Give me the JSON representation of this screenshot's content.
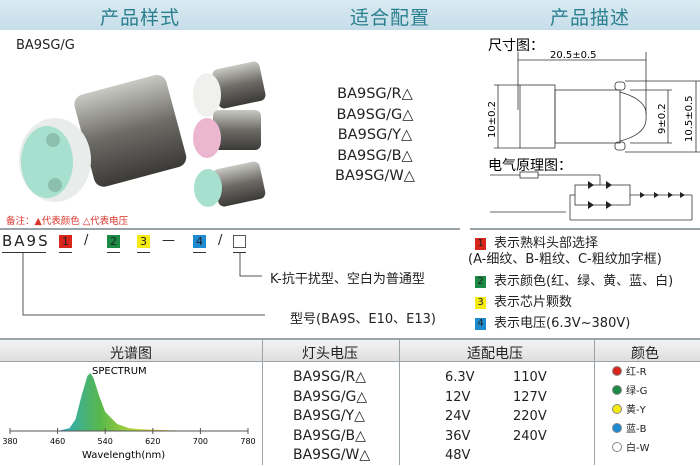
{
  "header": {
    "col1": "产品样式",
    "col2": "适合配置",
    "col3": "产品描述"
  },
  "product": {
    "model": "BA9SG/G",
    "note": "备注：▲代表颜色 △代表电压"
  },
  "fit_models": [
    "BA9SG/R△",
    "BA9SG/G△",
    "BA9SG/Y△",
    "BA9SG/B△",
    "BA9SG/W△"
  ],
  "description": {
    "dimension_title": "尺寸图：",
    "length": "20.5±0.5",
    "dia1": "10±0.2",
    "dia2": "9±0.2",
    "dia3": "10.5±0.5",
    "circuit_title": "电气原理图："
  },
  "code": {
    "prefix": "BA9S",
    "slots": [
      "1",
      "2",
      "3",
      "4"
    ],
    "sep1": "/",
    "sep2": "—",
    "sep3": "/",
    "k_note": "K-抗干扰型、空白为普通型",
    "type_note": "型号(BA9S、E10、E13)"
  },
  "legend": [
    {
      "num": "1",
      "text": "表示熟料头部选择",
      "sub": "(A-细纹、B-粗纹、C-粗纹加字框)",
      "color": "#d9261c"
    },
    {
      "num": "2",
      "text": "表示颜色(红、绿、黄、蓝、白)",
      "color": "#1a8a45"
    },
    {
      "num": "3",
      "text": "表示芯片颗数",
      "color": "#f5ea14"
    },
    {
      "num": "4",
      "text": "表示电压(6.3V~380V)",
      "color": "#1e8bd0"
    }
  ],
  "table": {
    "headers": [
      "光谱图",
      "灯头电压",
      "适配电压",
      "颜色"
    ],
    "lamps": [
      "BA9SG/R△",
      "BA9SG/G△",
      "BA9SG/Y△",
      "BA9SG/B△",
      "BA9SG/W△"
    ],
    "volts_a": [
      "6.3V",
      "12V",
      "24V",
      "36V",
      "48V"
    ],
    "volts_b": [
      "110V",
      "127V",
      "220V",
      "240V"
    ],
    "colors": [
      {
        "label": "红-R",
        "hex": "#d9261c"
      },
      {
        "label": "绿-G",
        "hex": "#1a8a45"
      },
      {
        "label": "黄-Y",
        "hex": "#f5ea14"
      },
      {
        "label": "蓝-B",
        "hex": "#1e8bd0"
      },
      {
        "label": "白-W",
        "hex": "#ffffff"
      }
    ]
  },
  "chart_data": {
    "type": "area",
    "title": "SPECTRUM",
    "xlabel": "Wavelength(nm)",
    "xlim": [
      380,
      780
    ],
    "ylim": [
      0,
      1
    ],
    "xticks": [
      "380",
      "460",
      "540",
      "620",
      "700",
      "780"
    ],
    "x": [
      460,
      480,
      490,
      500,
      510,
      515,
      520,
      530,
      540,
      560,
      580,
      600,
      640,
      700
    ],
    "y": [
      0.0,
      0.05,
      0.2,
      0.6,
      0.95,
      1.0,
      0.92,
      0.6,
      0.33,
      0.12,
      0.05,
      0.03,
      0.015,
      0.0
    ]
  }
}
